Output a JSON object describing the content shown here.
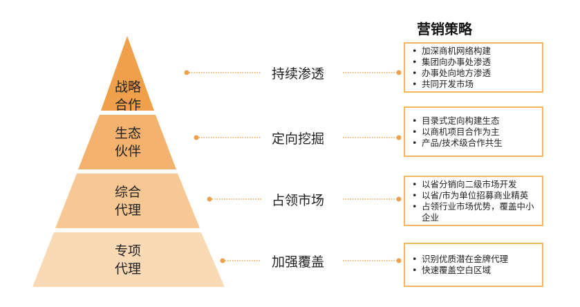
{
  "title": "营销策略",
  "colors": {
    "accent": "#f0a04b",
    "line": "#f0a04b",
    "box_border": "#f4b661"
  },
  "tiers": [
    {
      "label_line1": "战略",
      "label_line2": "合作",
      "action": "持续渗透",
      "color": "#f0a04b",
      "items": [
        "加深商机网络构建",
        "集团向办事处渗透",
        "办事处向地方渗透",
        "共同开发市场"
      ]
    },
    {
      "label_line1": "生态",
      "label_line2": "伙伴",
      "action": "定向挖掘",
      "color": "#f3b36e",
      "items": [
        "目录式定向构建生态",
        "以商机项目合作为主",
        "产品/技术级合作共生"
      ]
    },
    {
      "label_line1": "综合",
      "label_line2": "代理",
      "action": "占领市场",
      "color": "#f7c893",
      "items": [
        "以省分销向二级市场开发",
        "以省/市为单位招募商业精英",
        "占领行业市场优势，覆盖中小企业"
      ]
    },
    {
      "label_line1": "专项",
      "label_line2": "代理",
      "action": "加强覆盖",
      "color": "#f9dab5",
      "items": [
        "识别优质潜在金牌代理",
        "快速覆盖空白区域"
      ]
    }
  ]
}
